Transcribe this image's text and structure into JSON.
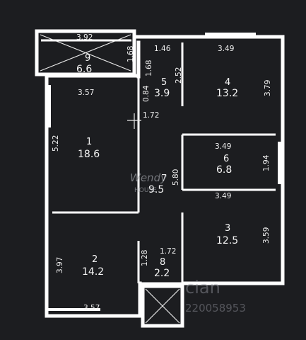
{
  "rooms": [
    {
      "id": "room-1",
      "number": "1",
      "area": "18.6"
    },
    {
      "id": "room-2",
      "number": "2",
      "area": "14.2"
    },
    {
      "id": "room-3",
      "number": "3",
      "area": "12.5"
    },
    {
      "id": "room-4",
      "number": "4",
      "area": "13.2"
    },
    {
      "id": "room-5",
      "number": "5",
      "area": "3.9"
    },
    {
      "id": "room-6",
      "number": "6",
      "area": "6.8"
    },
    {
      "id": "room-7",
      "number": "7",
      "area": "9.5"
    },
    {
      "id": "room-8",
      "number": "8",
      "area": "2.2"
    },
    {
      "id": "room-9",
      "number": "9",
      "area": "6.6"
    }
  ],
  "dimensions": {
    "balcony_top_width": "3.92",
    "balcony_side": "1.68",
    "top_left_seg": "1.46",
    "top_right_width": "3.49",
    "room5_height": "1.68",
    "room5_depth": "2.52",
    "room4_height": "3.79",
    "room1_width": "3.57",
    "room5_width": "0.84",
    "corridor_width": "1.72",
    "room1_height": "5.22",
    "room6_width_top": "3.49",
    "room6_height": "1.94",
    "corridor_length": "5.80",
    "room6_width_bottom": "3.49",
    "room3_height": "3.59",
    "room2_height": "3.97",
    "room8_height": "1.28",
    "room8_width": "1.72",
    "room2_width": "3.57"
  },
  "watermark": {
    "brand_top": "Wendy",
    "brand_bottom": "HOUSE",
    "site": "cian",
    "listing_id": "220058953"
  }
}
